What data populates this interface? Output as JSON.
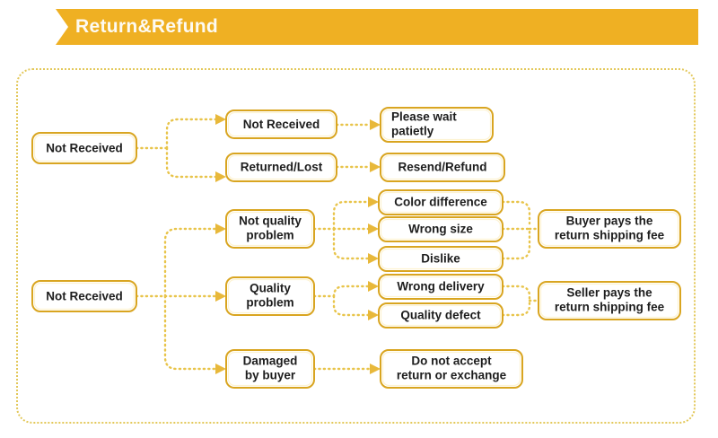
{
  "header": {
    "title": "Return&Refund",
    "banner_color": "#efb023",
    "title_color": "#fdfaf2"
  },
  "panel": {
    "border_color": "#e3c85a",
    "background": "#ffffff"
  },
  "style": {
    "node_border_color": "#d9a520",
    "node_fill": "#ffffff",
    "node_text_color": "#1d1d1d",
    "connector_color": "#e8c44a",
    "arrow_color": "#e8b83a"
  },
  "flow": {
    "nodes": {
      "not_received_top": {
        "label": "Not Received"
      },
      "not_received_branch": {
        "label": "Not Received"
      },
      "returned_lost": {
        "label": "Returned/Lost"
      },
      "please_wait": {
        "line1": "Please wait",
        "line2": "patietly"
      },
      "resend_refund": {
        "label": "Resend/Refund"
      },
      "not_received_bottom": {
        "label": "Not Received"
      },
      "not_quality_problem": {
        "line1": "Not quality",
        "line2": "problem"
      },
      "quality_problem": {
        "line1": "Quality",
        "line2": "problem"
      },
      "damaged_by_buyer": {
        "line1": "Damaged",
        "line2": "by buyer"
      },
      "color_difference": {
        "label": "Color difference"
      },
      "wrong_size": {
        "label": "Wrong size"
      },
      "dislike": {
        "label": "Dislike"
      },
      "wrong_delivery": {
        "label": "Wrong delivery"
      },
      "quality_defect": {
        "label": "Quality defect"
      },
      "buyer_pays": {
        "line1": "Buyer pays the",
        "line2": "return shipping fee"
      },
      "seller_pays": {
        "line1": "Seller pays the",
        "line2": "return shipping fee"
      },
      "do_not_accept": {
        "line1": "Do not accept",
        "line2": "return or exchange"
      }
    }
  }
}
